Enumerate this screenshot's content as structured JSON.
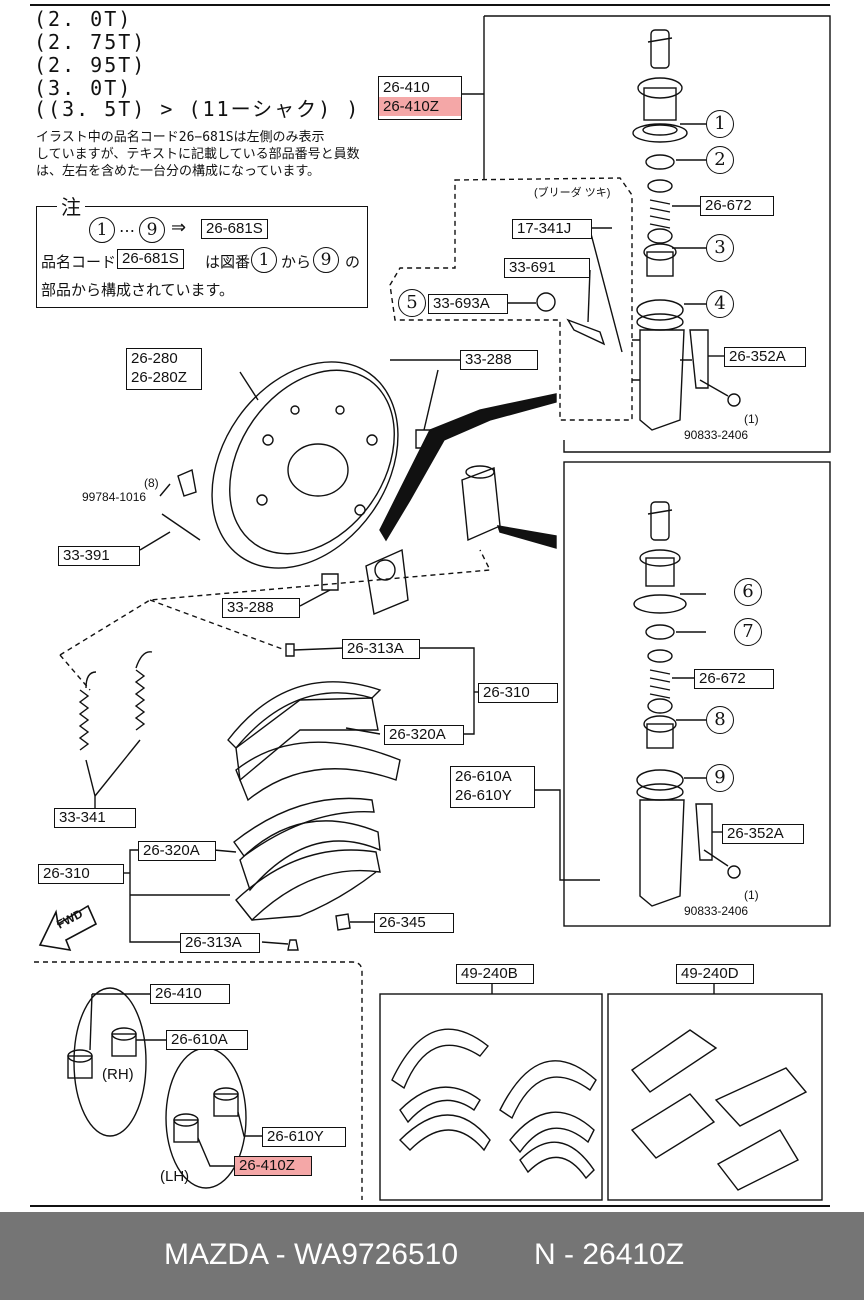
{
  "header_lines": [
    "(2. 0T)",
    "(2. 75T)",
    "(2. 95T)",
    "(3. 0T)",
    "((3. 5T) > (11ーシャク) )"
  ],
  "note_lines": [
    "イラスト中の品名コード26−681Sは左側のみ表示",
    "していますが、テキストに記載している部品番号と員数",
    "は、左右を含めた一台分の構成になっています。"
  ],
  "legend": {
    "title": "注",
    "num_from": "1",
    "ellipsis": "…",
    "num_to": "9",
    "arrow": "⇒",
    "code": "26-681S",
    "line2_prefix": "品名コード",
    "line2_code": "26-681S",
    "line2_mid": "は図番",
    "line2_from": "1",
    "line2_kara": "から",
    "line2_to": "9",
    "line2_suffix": "の",
    "line3": "部品から構成されています。"
  },
  "bleeder_label": "(ブリーダ ツキ)",
  "callouts": {
    "c_26410": "26-410",
    "c_26410z_top": "26-410Z",
    "c_26672_a": "26-672",
    "c_17341j": "17-341J",
    "c_33691": "33-691",
    "c_33693a": "33-693A",
    "c_26352a_a": "26-352A",
    "c_90833_a": "90833-2406",
    "c_qty1_a": "(1)",
    "c_26280": "26-280",
    "c_26280z": "26-280Z",
    "c_33288_a": "33-288",
    "c_qty8": "(8)",
    "c_99784": "99784-1016",
    "c_33391": "33-391",
    "c_33288_b": "33-288",
    "c_26313a_a": "26-313A",
    "c_26310_a": "26-310",
    "c_26320a_a": "26-320A",
    "c_26672_b": "26-672",
    "c_26610a": "26-610A",
    "c_26610y": "26-610Y",
    "c_26352a_b": "26-352A",
    "c_90833_b": "90833-2406",
    "c_qty1_b": "(1)",
    "c_33341": "33-341",
    "c_26320a_b": "26-320A",
    "c_26310_b": "26-310",
    "c_26345": "26-345",
    "c_26313a_b": "26-313A",
    "c_fwd": "FWD",
    "c_inset_26410": "26-410",
    "c_inset_26610a": "26-610A",
    "c_inset_rh": "(RH)",
    "c_inset_26610y": "26-610Y",
    "c_inset_26410z": "26-410Z",
    "c_inset_lh": "(LH)",
    "c_49240b": "49-240B",
    "c_49240d": "49-240D"
  },
  "part_numbers": [
    "1",
    "2",
    "3",
    "4",
    "5",
    "6",
    "7",
    "8",
    "9"
  ],
  "highlight_color": "#f4a7a7",
  "footer": {
    "brand": "MAZDA - WA9726510",
    "part": "N - 26410Z",
    "background": "#757575"
  }
}
